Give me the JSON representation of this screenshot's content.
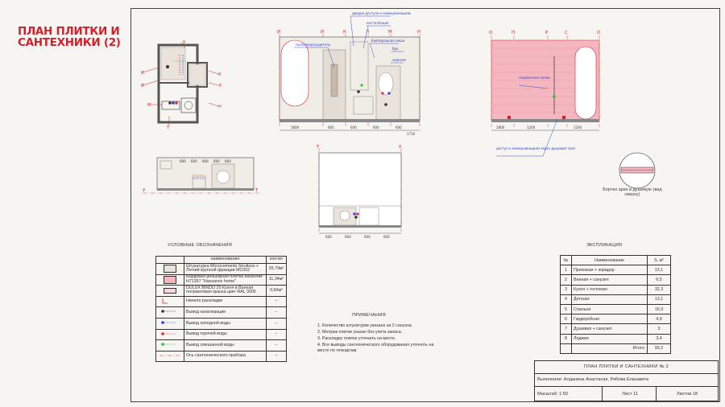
{
  "page_title": "ПЛАН ПЛИТКИ И САНТЕХНИКИ (2)",
  "colors": {
    "accent": "#d4202a",
    "tile_pink": "#f4b6bf",
    "stucco": "#e9e3dc",
    "paint": "#f8d4d8",
    "cold_water": "#2c3fd6",
    "hot_water": "#e0283a",
    "mixed_water": "#2bbf3a"
  },
  "plan": {
    "marks": [
      "И",
      "Й",
      "К",
      "Л",
      "М",
      "Н",
      "Т",
      "У"
    ]
  },
  "elev1": {
    "axis_letters": [
      "И",
      "Й",
      "К",
      "Л",
      "М",
      "Н"
    ],
    "callouts": [
      "дверки доступа к коммуникациям",
      "инсталляция",
      "полотенцесушитель",
      "бойлерошная ниша",
      "бра",
      "зеркало"
    ],
    "dims": [
      "1800",
      "600",
      "600",
      "600",
      "600",
      "1710"
    ]
  },
  "elev2": {
    "axis_letters": [
      "О",
      "П",
      "Р",
      "С",
      "О"
    ],
    "callouts": [
      "подсвечена полка",
      "доступ к коммуникациям через душевой трап"
    ],
    "dims": [
      "1800",
      "1200",
      "1200"
    ]
  },
  "elev3": {
    "axis_letters": [
      "У",
      "Т"
    ],
    "dims": [
      "600",
      "600",
      "600",
      "600",
      "600"
    ]
  },
  "elev4": {
    "axis_letters": [
      "Т",
      "У"
    ],
    "dims": [
      "600",
      "600",
      "600",
      "600"
    ]
  },
  "detail": {
    "caption": "Бортик арки в душевую (вид сверху)"
  },
  "legend": {
    "title": "УСЛОВНЫЕ ОБОЗНАЧЕНИЯ",
    "col_name": "наименование",
    "col_qty": "кол-во",
    "rows": [
      {
        "name": "Штукатурка Microcemento Struttura + Легкий крупной фракции МС002",
        "qty": "35,79м²",
        "kind": "stucco"
      },
      {
        "name": "Бордовая рельефная плитка кабанчик Н71357 \"Hassanov home\"",
        "qty": "11,34м²",
        "kind": "tile"
      },
      {
        "name": "DULUX BINDO 20 Кухня и Ванная полуматовая краска цвет RAL 3005",
        "qty": "0,60м²",
        "kind": "paint"
      },
      {
        "name": "Начало раскладки",
        "qty": "–",
        "kind": "start"
      },
      {
        "name": "Вывод канализации",
        "qty": "–",
        "kind": "sewer"
      },
      {
        "name": "Вывод холодной воды",
        "qty": "–",
        "kind": "cold"
      },
      {
        "name": "Вывод горячей воды",
        "qty": "–",
        "kind": "hot"
      },
      {
        "name": "Вывод смешанной воды",
        "qty": "–",
        "kind": "mixed"
      },
      {
        "name": "Ось сантехнического прибора",
        "qty": "–",
        "kind": "axis"
      }
    ]
  },
  "notes": {
    "title": "ПРИМЕЧАНИЯ",
    "items": [
      "1. Количество штукатурки указано за 2 санузла.",
      "2. Метраж плитки указан без учета запаса.",
      "3. Раскладку плитки уточнить на месте.",
      "4. Все выводы сантехнического оборудования уточнять на месте по техкартам."
    ]
  },
  "explication": {
    "title": "ЭКСПЛИКАЦИЯ",
    "col_no": "№",
    "col_name": "Наименование",
    "col_area": "S, м²",
    "rows": [
      {
        "no": "1",
        "name": "Прихожая + коридор",
        "area": "13,1"
      },
      {
        "no": "2",
        "name": "Ванная + санузел",
        "area": "6,5"
      },
      {
        "no": "3",
        "name": "Кухня + гостиная",
        "area": "32,3"
      },
      {
        "no": "4",
        "name": "Детская",
        "area": "13,1"
      },
      {
        "no": "5",
        "name": "Спальня",
        "area": "16,9"
      },
      {
        "no": "6",
        "name": "Гардеробная",
        "area": "4,9"
      },
      {
        "no": "7",
        "name": "Душевая + санузел",
        "area": "3"
      },
      {
        "no": "8",
        "name": "Лоджия",
        "area": "3,4"
      }
    ],
    "total_label": "Итого:",
    "total": "93,2"
  },
  "stamp": {
    "title": "ПЛАН ПЛИТКИ И САНТЕХНИКИ № 2",
    "authors": "Выполнили: Алданина Анастасия, Рябова Елизавета",
    "scale": "Масштаб: 1:50",
    "sheet": "Лист 11",
    "sheets": "Листов 18"
  }
}
